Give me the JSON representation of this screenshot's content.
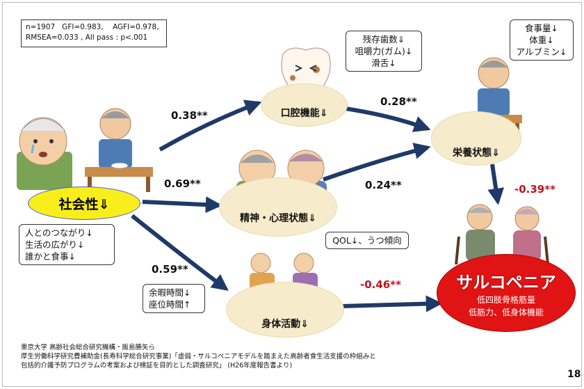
{
  "stats": {
    "line1": "n=1907   GFI=0.983,    AGFI=0.978,",
    "line2": "RMSEA=0.033 , All pass : p<.001"
  },
  "nodes": {
    "social": "社会性⇓",
    "oral": "口腔機能⇓",
    "mental": "精神・心理状態⇓",
    "physical": "身体活動⇓",
    "nutrition": "栄養状態⇓",
    "sarcopenia": {
      "title": "サルコペニア",
      "line1": "低四肢骨格筋量",
      "line2": "低筋力、低身体機能"
    }
  },
  "coefficients": {
    "social_oral": "0.38**",
    "social_mental": "0.69**",
    "social_physical": "0.59**",
    "oral_nutrition": "0.28**",
    "mental_nutrition": "0.24**",
    "nutrition_sarcopenia": "-0.39**",
    "physical_sarcopenia": "-0.46**"
  },
  "callouts": {
    "oral": [
      "残存歯数⇓",
      "咀嚼力(ガム)↓",
      "滑舌↓"
    ],
    "nutrition": [
      "食事量↓",
      "体重↓",
      "アルブミン↓"
    ],
    "social": [
      "人とのつながり↓",
      "生活の広がり↓",
      "誰かと食事↓"
    ],
    "mental": [
      "QOL↓、うつ傾向"
    ],
    "physical": [
      "余暇時間↓",
      "座位時間↑"
    ]
  },
  "footer": {
    "line1": "東京大学 高齢社会総合研究機構・飯島勝矢ら",
    "line2": "厚生労働科学研究費補助金(長寿科学総合研究事業)「虚弱・サルコペニアモデルを踏まえた高齢者食生活支援の枠組みと",
    "line3": "包括的介護予防プログラムの考案および検証を目的とした調査研究」 (H26年度報告書より)"
  },
  "page_number": "18",
  "colors": {
    "accent_yellow": "#f7ee1c",
    "sarcopenia_red": "#e01414",
    "arrow_navy": "#1f3a68",
    "node_beige": "#f6eccc",
    "negative_coef": "#c0141c"
  }
}
